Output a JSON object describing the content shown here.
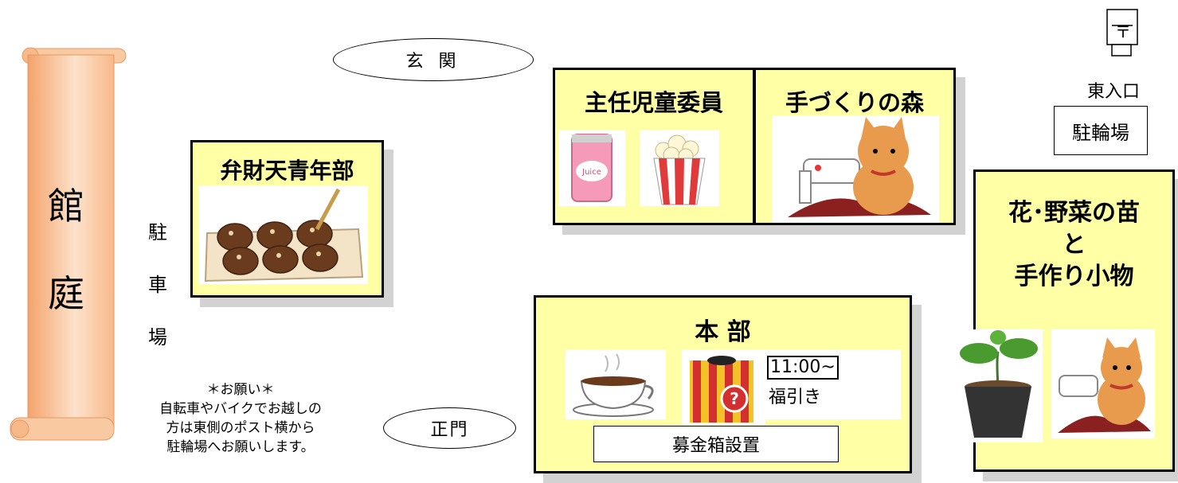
{
  "scroll": {
    "label_top": "館",
    "label_bottom": "庭"
  },
  "parking": {
    "chars": [
      "駐",
      "車",
      "場"
    ]
  },
  "entrance": {
    "label": "玄 関"
  },
  "main_gate": {
    "label": "正門"
  },
  "east_entrance": {
    "label": "東入口",
    "post_symbol": "〒"
  },
  "bicycle_parking": {
    "label": "駐輪場"
  },
  "notice": {
    "title": "＊お願い＊",
    "lines": [
      "自転車やバイクでお越しの",
      "方は東側のポスト横から",
      "駐輪場へお願いします。"
    ]
  },
  "booths": {
    "benzaiten": {
      "title": "弁財天青年部"
    },
    "shunin": {
      "title": "主任児童委員"
    },
    "tezukuri": {
      "title": "手づくりの森"
    },
    "hana": {
      "title_lines": [
        "花･野菜の苗",
        "と",
        "手作り小物"
      ]
    },
    "honbu": {
      "title": "本 部",
      "lottery_time": "11:00~",
      "lottery_label": "福引き",
      "donation": "募金箱設置"
    }
  },
  "colors": {
    "booth_fill": "#ffffa6",
    "scroll_fill": "#f7b98a",
    "shadow": "#d2d2d2"
  }
}
